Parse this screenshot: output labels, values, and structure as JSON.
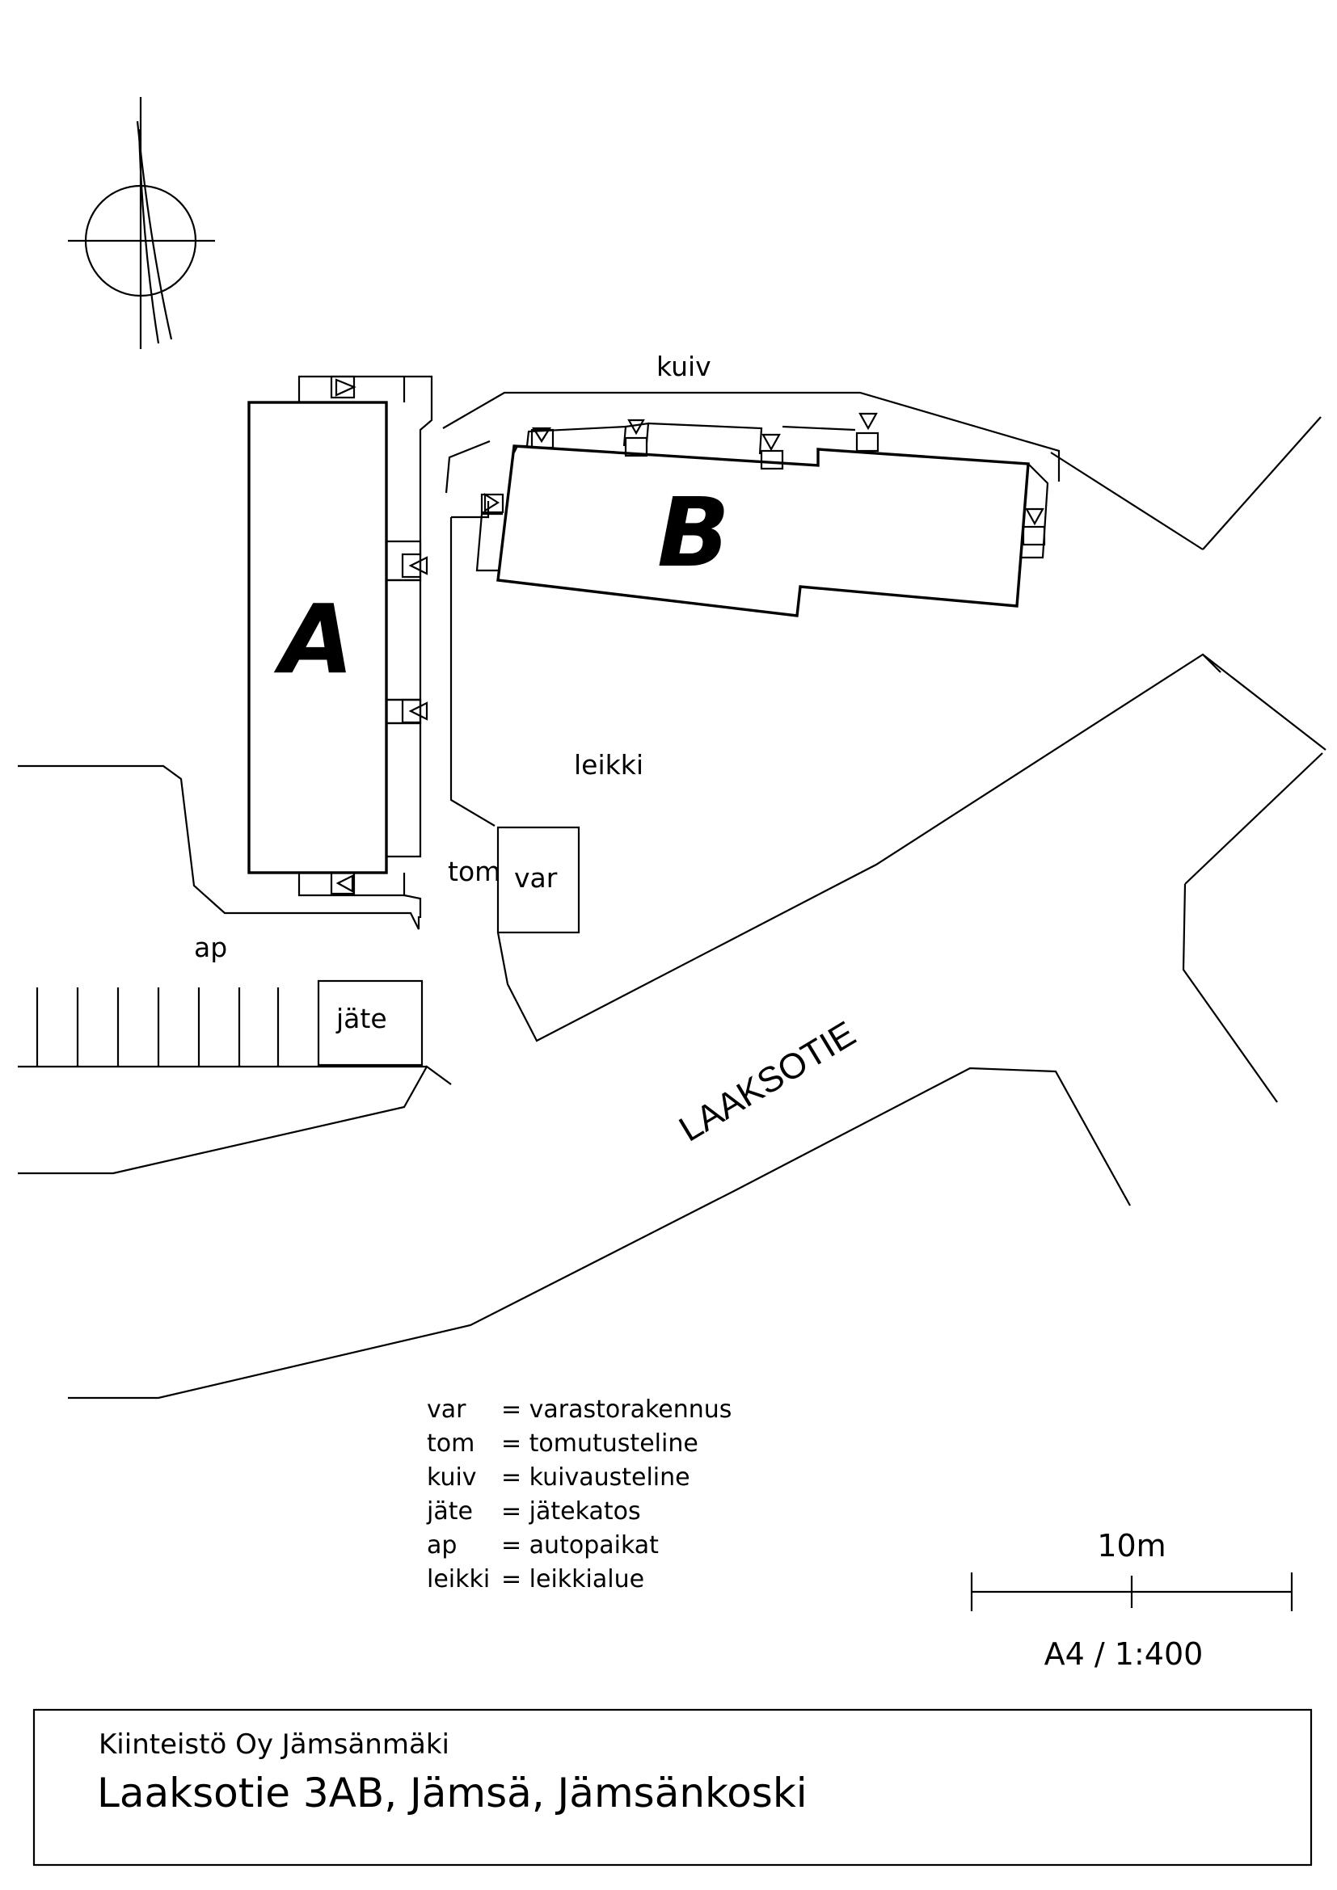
{
  "buildings": {
    "a": "A",
    "b": "B"
  },
  "labels": {
    "kuiv": "kuiv",
    "leikki": "leikki",
    "tom": "tom",
    "var": "var",
    "ap": "ap",
    "jate": "jäte",
    "road": "LAAKSOTIE"
  },
  "legend": [
    {
      "abbr": "var",
      "desc": "= varastorakennus"
    },
    {
      "abbr": "tom",
      "desc": "= tomutusteline"
    },
    {
      "abbr": "kuiv",
      "desc": "= kuivausteline"
    },
    {
      "abbr": "jäte",
      "desc": "= jätekatos"
    },
    {
      "abbr": "ap",
      "desc": "= autopaikat"
    },
    {
      "abbr": "leikki",
      "desc": "= leikkialue"
    }
  ],
  "scale": {
    "label": "10m",
    "sheet": "A4 / 1:400"
  },
  "title_block": {
    "company": "Kiinteistö Oy Jämsänmäki",
    "address": "Laaksotie 3AB, Jämsä, Jämsänkoski"
  },
  "icons": [
    "north-arrow-icon",
    "entrance-triangle-icon"
  ]
}
